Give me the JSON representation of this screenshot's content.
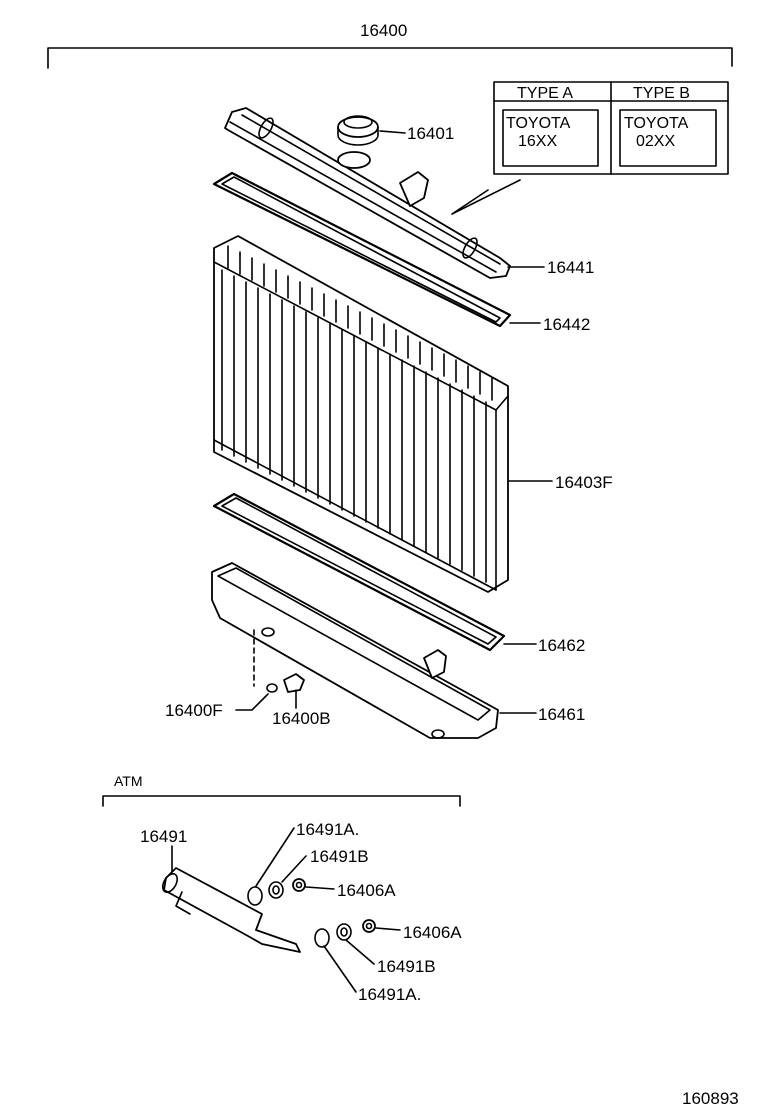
{
  "diagram": {
    "assembly_label": "16400",
    "type_box": {
      "type_a_header": "TYPE  A",
      "type_b_header": "TYPE  B",
      "type_a_line1": "TOYOTA",
      "type_a_line2": "16XX",
      "type_b_line1": "TOYOTA",
      "type_b_line2": "02XX"
    },
    "parts": {
      "cap": "16401",
      "upper_tank": "16441",
      "upper_gasket": "16442",
      "core": "16403F",
      "lower_gasket": "16462",
      "lower_tank": "16461",
      "drain_gasket": "16400F",
      "drain_cock": "16400B"
    },
    "atm": {
      "section_label": "ATM",
      "pipe": "16491",
      "oring_upper": "16491A.",
      "washer_upper": "16491B",
      "nut_upper": "16406A",
      "nut_lower": "16406A",
      "washer_lower": "16491B",
      "oring_lower": "16491A."
    },
    "figure_number": "160893"
  }
}
